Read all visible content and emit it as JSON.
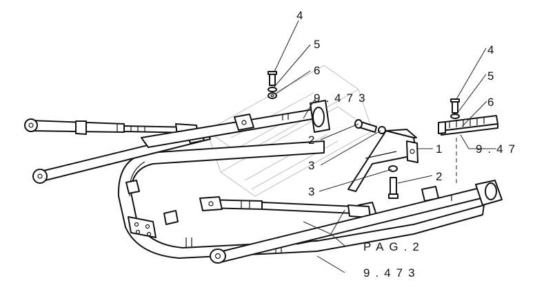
{
  "callouts": {
    "c4_left": "4",
    "c5_left": "5",
    "c6_left": "6",
    "ref_top": "9.473",
    "c2_mid": "2",
    "c3_upper": "3",
    "c3_lower": "3",
    "c1": "1",
    "c4_right": "4",
    "c5_right": "5",
    "c6_right": "6",
    "ref_right": "9.47",
    "c2_right": "2",
    "pag": "PAG.2",
    "ref_bottom": "9.473"
  }
}
